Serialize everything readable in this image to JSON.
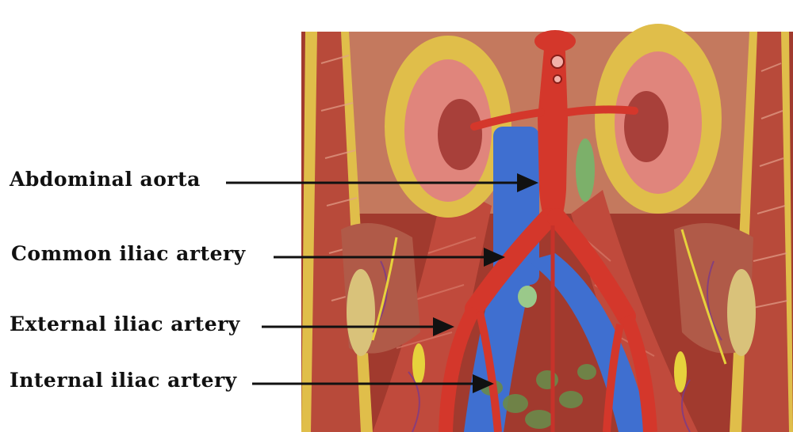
{
  "labels": {
    "abdominal_aorta": "Abdominal aorta",
    "common_iliac": "Common iliac artery",
    "external_iliac": "External iliac artery",
    "internal_iliac": "Internal iliac artery"
  },
  "colors": {
    "artery": "#d4372b",
    "vein": "#3f6fd0",
    "kidney": "#e07f78",
    "fat": "#d9b73e",
    "muscle": "#b54a3a",
    "pointer": "#111111"
  }
}
